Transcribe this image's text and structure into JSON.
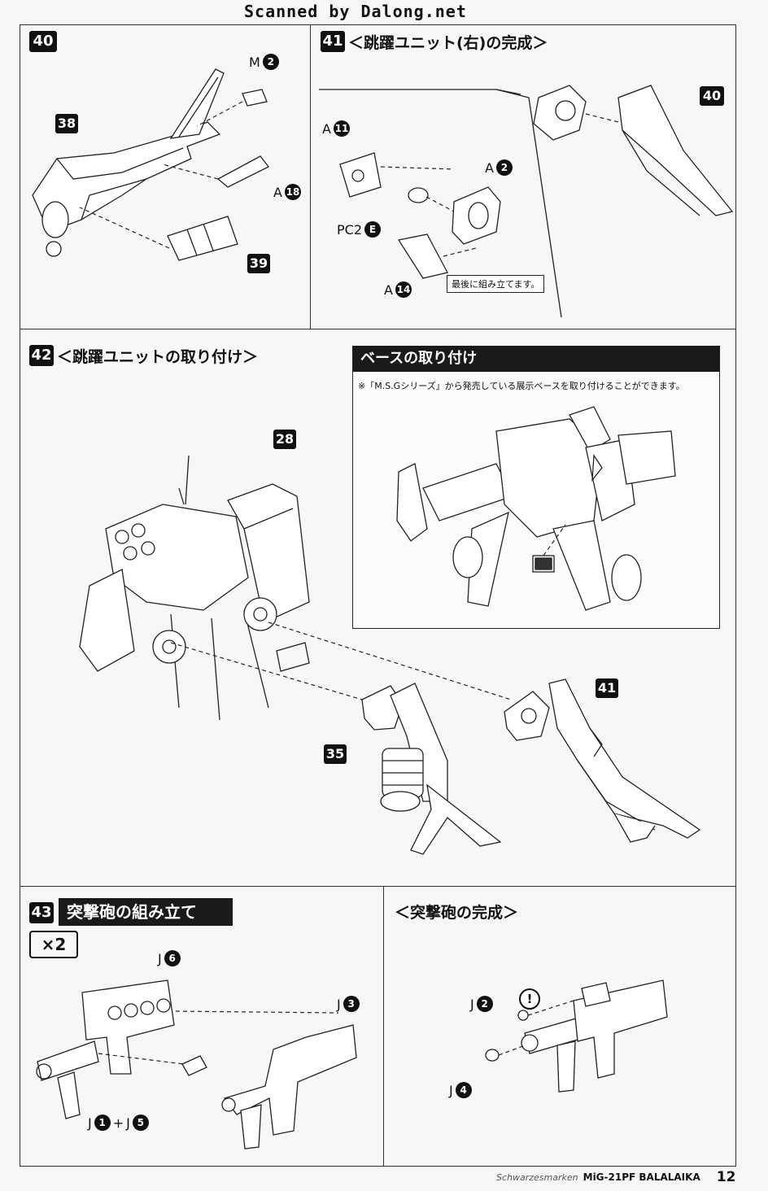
{
  "watermark": "Scanned by Dalong.net",
  "steps": {
    "s40": {
      "num": "40",
      "parts": [
        {
          "code": "M",
          "n": "2"
        },
        {
          "code": "A",
          "n": "18"
        }
      ],
      "callouts": [
        "38",
        "39"
      ]
    },
    "s41": {
      "num": "41",
      "title": "＜跳躍ユニット(右)の完成＞",
      "parts": [
        {
          "code": "A",
          "n": "11"
        },
        {
          "code": "A",
          "n": "2"
        },
        {
          "code": "PC2",
          "n": "E"
        },
        {
          "code": "A",
          "n": "14"
        }
      ],
      "callouts": [
        "40"
      ],
      "note": "最後に組み立てます。"
    },
    "s42": {
      "num": "42",
      "title": "＜跳躍ユニットの取り付け＞",
      "callouts": [
        "28",
        "35",
        "41"
      ]
    },
    "base": {
      "header": "ベースの取り付け",
      "note": "※「M.S.Gシリーズ」から発売している展示ベースを取り付けることができます。"
    },
    "s43": {
      "num": "43",
      "title": "突撃砲の組み立て",
      "qty": "×2",
      "parts": [
        {
          "code": "J",
          "n": "6"
        },
        {
          "code": "J",
          "n": "3"
        }
      ],
      "combo": {
        "a_code": "J",
        "a_n": "1",
        "plus": "+",
        "b_code": "J",
        "b_n": "5"
      }
    },
    "complete": {
      "title": "＜突撃砲の完成＞",
      "parts": [
        {
          "code": "J",
          "n": "2"
        },
        {
          "code": "J",
          "n": "4"
        }
      ],
      "alert": "!"
    }
  },
  "footer": {
    "brand": "Schwarzesmarken",
    "model": "MiG-21PF BALALAIKA",
    "page": "12"
  }
}
